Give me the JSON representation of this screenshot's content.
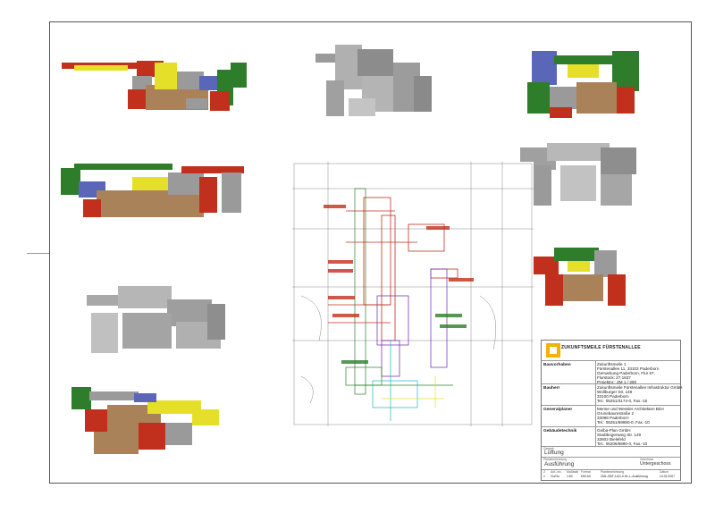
{
  "title_block": {
    "logo": "ZUKUNFTSMEILE FÜRSTENALLEE",
    "bauvorhaben_label": "Bauvorhaben",
    "bauvorhaben_lines": [
      "Zukunftsmeile 1",
      "Fürstenallee 11, 33102 Paderborn",
      "Gemarkung Paderborn, Flur 67,",
      "Flurstück: 27,1637",
      "Projektnr.: ZM 1 / 308"
    ],
    "bauherr_label": "Bauherr",
    "bauherr_lines": [
      "Zukunftsmeile Fürstenallee Infrastruktur GmbH",
      "Wollburger Str. 149",
      "33100 Paderborn",
      "Tel.: 05251/3174-0, Fax.-15"
    ],
    "generalplaner_label": "Generalplaner",
    "generalplaner_lines": [
      "Mense und Wessler Architekten BDA",
      "Grunebaumstraße 2",
      "33098 Paderborn",
      "Tel.: 05251/69880-0, Fax.-10"
    ],
    "gebaeudetechnik_label": "Gebäudetechnik",
    "gebaeudetechnik_lines": [
      "Geiba-Plan GmbH",
      "Stadtbogenweg Str. 149",
      "33602 Bielefeld",
      "Tel.: 05206/6880-0, Fax.-10"
    ],
    "gewerk_label": "Gewerk",
    "gewerk": "Lüftung",
    "planstand_label": "Planbezeichnung",
    "planstand": "Ausführung",
    "geschoss_label": "Geschoss",
    "geschoss": "Untergeschoss",
    "footer_headers": [
      "Z",
      "Auf.-Inc.",
      "Maßstab",
      "Format",
      "Planbezeichnung",
      "Datum"
    ],
    "footer_values": [
      "1",
      "Gu/Gu",
      "1:50",
      "DIN A0",
      "ZM1-GBT-1UG-0-HL-L-Ausführung",
      "14.02.2007"
    ]
  },
  "colors": {
    "red": "#c0301c",
    "green": "#2e7d2a",
    "yellow": "#e6df2a",
    "blue": "#5a66b8",
    "brown": "#a9825a",
    "grey": "#9a9a9a"
  }
}
